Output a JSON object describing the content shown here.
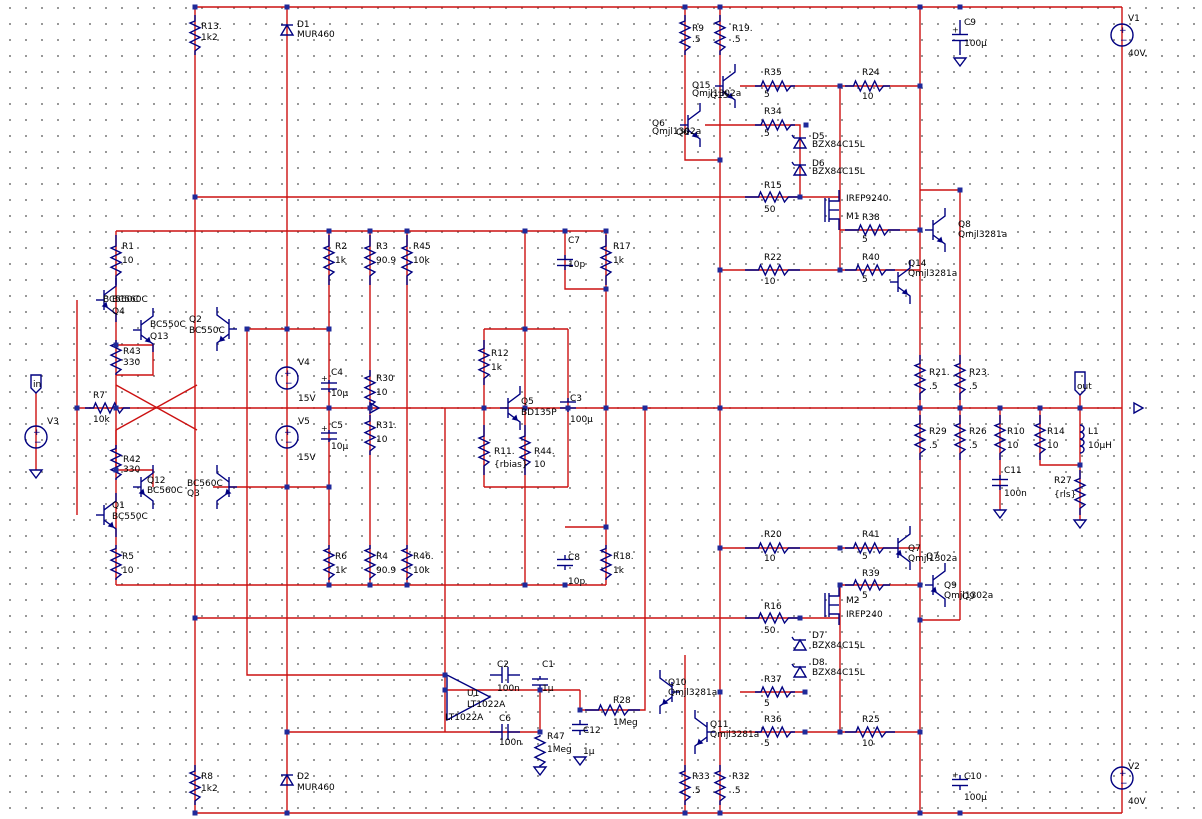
{
  "components": {
    "r13": {
      "ref": "R13.",
      "val": "1k2"
    },
    "d1": {
      "ref": "D1",
      "val": "MUR460"
    },
    "r9": {
      "ref": "R9",
      "val": ".5"
    },
    "r19": {
      "ref": "R19.",
      "val": ".5"
    },
    "c9": {
      "ref": "C9",
      "val": "100µ"
    },
    "v1": {
      "ref": "V1",
      "val": "40V."
    },
    "q15": {
      "ref": "Q15",
      "val": "Qmjl1302a"
    },
    "r35": {
      "ref": "R35",
      "val": "5"
    },
    "r24": {
      "ref": "R24",
      "val": "10"
    },
    "q6": {
      "ref": "Q6",
      "val": "Qmjl1302a"
    },
    "r34": {
      "ref": "R34",
      "val": "5"
    },
    "d5": {
      "ref": "D5",
      "val": "BZX84C15L"
    },
    "d6": {
      "ref": "D6",
      "val": "BZX84C15L"
    },
    "r15": {
      "ref": "R15",
      "val": "50"
    },
    "m1": {
      "ref": "M1",
      "val": "IRFP9240"
    },
    "r38": {
      "ref": "R38",
      "val": "5"
    },
    "q8": {
      "ref": "Q8",
      "val": "Qmjl3281a"
    },
    "r22": {
      "ref": "R22",
      "val": "10"
    },
    "r40": {
      "ref": "R40",
      "val": "5"
    },
    "q14": {
      "ref": "Q14",
      "val": "Qmjl3281a"
    },
    "r1": {
      "ref": "R1",
      "val": "10"
    },
    "r2": {
      "ref": "R2",
      "val": "1k"
    },
    "r3": {
      "ref": "R3",
      "val": "90.9"
    },
    "r45": {
      "ref": "R45",
      "val": "10k"
    },
    "c7": {
      "ref": "C7",
      "val": "10p"
    },
    "r17": {
      "ref": "R17",
      "val": "1k"
    },
    "q4": {
      "ref": "Q4",
      "val": "BC560C"
    },
    "q13": {
      "ref": "Q13",
      "val": "BC550C"
    },
    "q2": {
      "ref": "Q2",
      "val": "BC550C"
    },
    "r43": {
      "ref": "R43",
      "val": "330"
    },
    "r12": {
      "ref": "R12",
      "val": "1k"
    },
    "v4": {
      "ref": "V4",
      "val": "15V"
    },
    "c4": {
      "ref": "C4",
      "val": "10µ"
    },
    "r30": {
      "ref": "R30",
      "val": "10"
    },
    "q5": {
      "ref": "Q5",
      "val": "BD135P"
    },
    "c3": {
      "ref": "C3",
      "val": "100µ"
    },
    "r21": {
      "ref": "R21.",
      "val": ".5"
    },
    "r23": {
      "ref": "R23.",
      "val": ".5"
    },
    "r7": {
      "ref": "R7",
      "val": "10k"
    },
    "v3": {
      "ref": "V3",
      "val": ""
    },
    "in": {
      "ref": "in",
      "val": ""
    },
    "out": {
      "ref": "out",
      "val": ""
    },
    "v5": {
      "ref": "V5",
      "val": "15V"
    },
    "c5": {
      "ref": "C5",
      "val": "10µ"
    },
    "r31": {
      "ref": "R31.",
      "val": "10"
    },
    "r11": {
      "ref": "R11.",
      "val": "{rbias}"
    },
    "r44": {
      "ref": "R44.",
      "val": "10"
    },
    "r29": {
      "ref": "R29",
      "val": ".5"
    },
    "r26": {
      "ref": "R26",
      "val": ".5"
    },
    "r10": {
      "ref": "R10",
      "val": "10"
    },
    "r14": {
      "ref": "R14",
      "val": "10"
    },
    "l1": {
      "ref": "L1",
      "val": "10µH"
    },
    "c11": {
      "ref": "C11",
      "val": "100n"
    },
    "r27": {
      "ref": "R27",
      "val": "{rls}"
    },
    "q12": {
      "ref": "Q12",
      "val": "BC560C"
    },
    "r42": {
      "ref": "R42",
      "val": "330"
    },
    "q3": {
      "ref": "Q3",
      "val": "BC560C"
    },
    "q1": {
      "ref": "Q1",
      "val": "BC550C"
    },
    "r5": {
      "ref": "R5",
      "val": "10"
    },
    "r6": {
      "ref": "R6",
      "val": "1k"
    },
    "r4": {
      "ref": "R4",
      "val": "90.9"
    },
    "r46": {
      "ref": "R46.",
      "val": "10k"
    },
    "c8": {
      "ref": "C8",
      "val": "10p"
    },
    "r18": {
      "ref": "R18.",
      "val": "1k"
    },
    "r20": {
      "ref": "R20",
      "val": "10"
    },
    "r41": {
      "ref": "R41",
      "val": "5"
    },
    "q7": {
      "ref": "Q7",
      "val": "Qmjl1302a"
    },
    "r39": {
      "ref": "R39",
      "val": "5"
    },
    "q9": {
      "ref": "Q9",
      "val": "Qmjl1302a"
    },
    "m2": {
      "ref": "M2",
      "val": "IRFP240"
    },
    "r16": {
      "ref": "R16",
      "val": "50"
    },
    "d7": {
      "ref": "D7",
      "val": "BZX84C15L"
    },
    "d8": {
      "ref": "D8",
      "val": "BZX84C15L"
    },
    "c2": {
      "ref": "C2",
      "val": "100n"
    },
    "c1": {
      "ref": "C1",
      "val": "1µ"
    },
    "u1": {
      "ref": "U1",
      "val": "LT1022A"
    },
    "c6": {
      "ref": "C6",
      "val": "100n"
    },
    "r28": {
      "ref": "R28",
      "val": "1Meg"
    },
    "r47": {
      "ref": "R47",
      "val": "1Meg"
    },
    "c12": {
      "ref": "C12",
      "val": "1µ"
    },
    "q10": {
      "ref": "Q10",
      "val": "Qmjl3281a"
    },
    "r37": {
      "ref": "R37",
      "val": "5"
    },
    "q11": {
      "ref": "Q11",
      "val": "Qmjl3281a"
    },
    "r36": {
      "ref": "R36",
      "val": "5"
    },
    "r25": {
      "ref": "R25",
      "val": "10"
    },
    "r8": {
      "ref": "R8",
      "val": "1k2"
    },
    "d2": {
      "ref": "D2",
      "val": "MUR460"
    },
    "r33": {
      "ref": "R33",
      "val": ".5"
    },
    "r32": {
      "ref": "R32",
      "val": ".5"
    },
    "c10": {
      "ref": "C10",
      "val": "100µ"
    },
    "v2": {
      "ref": "V2",
      "val": "40V"
    }
  }
}
